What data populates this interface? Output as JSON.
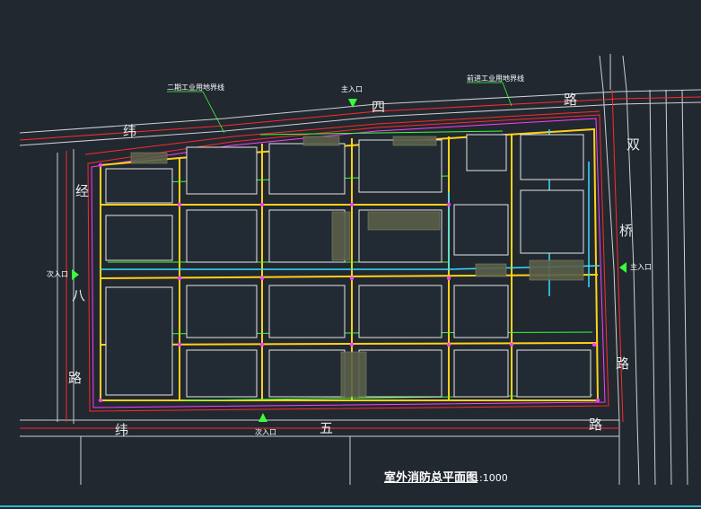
{
  "drawing": {
    "title": "室外消防总平面图",
    "scale": "1:1000"
  },
  "road_labels": {
    "north": [
      "纬",
      "四",
      "路"
    ],
    "east": [
      "双",
      "桥",
      "路"
    ],
    "west": [
      "经",
      "八",
      "路"
    ],
    "south": [
      "纬",
      "五",
      "路"
    ]
  },
  "entrances": {
    "main_north": "主入口",
    "main_east": "主入口",
    "secondary_west": "次入口",
    "secondary_south": "次入口"
  },
  "callouts": {
    "north_left": "二期工业用地界线",
    "north_right": "前进工业用地界线"
  },
  "colors": {
    "background": "#212830",
    "road": "#d8d8d8",
    "red_line": "#ff2a2a",
    "fire_lane": "#ffd21a",
    "building": "#e6e6e6",
    "green_line": "#39ff39",
    "cyan_line": "#35e0ff",
    "magenta": "#ff3cff"
  }
}
